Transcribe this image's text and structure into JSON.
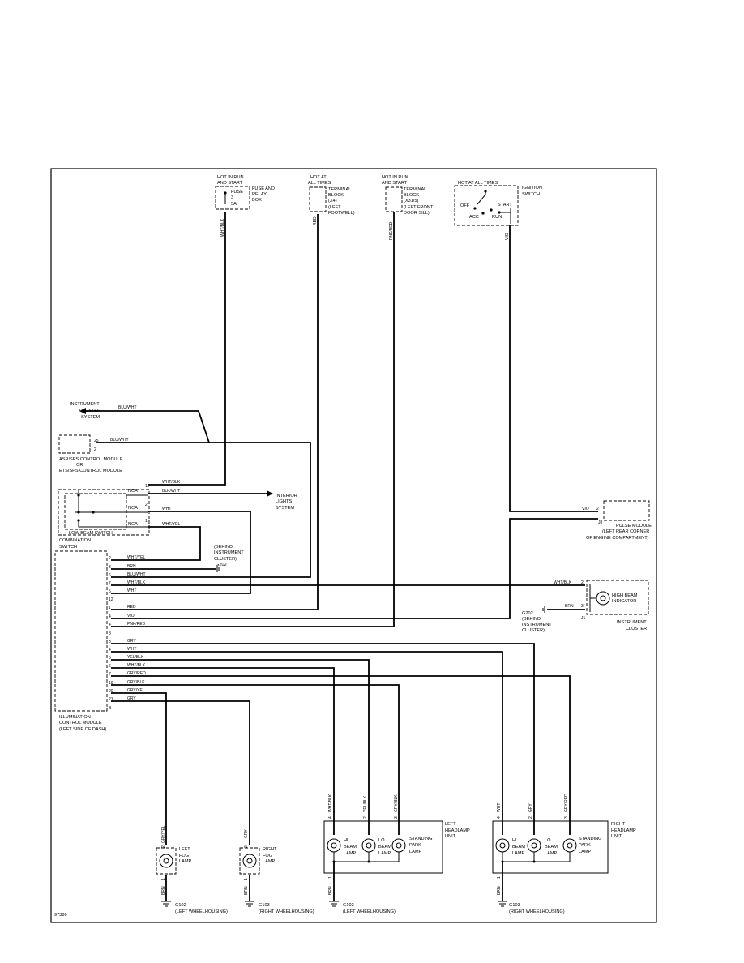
{
  "fuse_relay": {
    "hot": [
      "HOT IN RUN",
      "AND START"
    ],
    "fuse": [
      "FUSE",
      "3",
      "5A"
    ],
    "name": [
      "FUSE AND",
      "RELAY",
      "BOX"
    ],
    "wire": "WHT/BLK"
  },
  "term_x4": {
    "hot": [
      "HOT AT",
      "ALL TIMES"
    ],
    "name": [
      "TERMINAL",
      "BLOCK",
      "(X4)",
      "(LEFT",
      "FOOTWELL)"
    ],
    "wire": "RED"
  },
  "term_x315": {
    "hot": [
      "HOT IN RUN",
      "AND START"
    ],
    "name": [
      "TERMINAL",
      "BLOCK",
      "(X31/5)",
      "(LEFT FRONT",
      "DOOR SILL)"
    ],
    "wire": "PNK/RED"
  },
  "ignition": {
    "hot": "HOT AT ALL TIMES",
    "name": [
      "IGNITION",
      "SWITCH"
    ],
    "off": "OFF",
    "acc": "ACC",
    "run": "RUN",
    "start": "START",
    "wire": "VIO"
  },
  "instrument_cluster_system": {
    "label": [
      "INSTRUMENT",
      "CLUSTER",
      "SYSTEM"
    ],
    "wire": "BLU/WHT"
  },
  "asr": {
    "pin_top": "25",
    "pin_bot": "2",
    "wire": "BLU/WHT",
    "label": [
      "ASR/SPS CONTROL MODULE",
      "OR",
      "ETS/SPS CONTROL MODULE"
    ]
  },
  "combination_switch": {
    "rows": [
      {
        "pin": "11",
        "nc": "NCA"
      },
      {
        "pin": "2",
        "nc": "NCA"
      },
      {
        "pin": "1",
        "nc": "NCA"
      }
    ],
    "wires": [
      "WHT/BLK",
      "BLK/WHT",
      "WHT",
      "WHT/YEL"
    ],
    "low_beam": "LOW BEAM SWITCH",
    "label": [
      "COMBINATION",
      "SWITCH"
    ]
  },
  "interior_lights": [
    "INTERIOR",
    "LIGHTS",
    "SYSTEM"
  ],
  "g202_left": [
    "(BEHIND",
    "INSTRUMENT",
    "CLUSTER)",
    "G202"
  ],
  "pulse_module": {
    "wire": "VIO",
    "pin": "2",
    "conn": "J8",
    "label": [
      "PULSE MODULE",
      "(LEFT REAR CORNER",
      "OF ENGINE COMPARTMENT)"
    ]
  },
  "high_beam": {
    "wire1": "WHT/BLK",
    "pin1": "2",
    "wire2": "BRN",
    "pin2": "3",
    "conn": "J1",
    "label": [
      "HIGH BEAM",
      "INDICATOR"
    ],
    "cluster": [
      "INSTRUMENT",
      "CLUSTER"
    ],
    "g202": [
      "G202",
      "(BEHIND",
      "INSTRUMENT",
      "CLUSTER)"
    ]
  },
  "ilcm": {
    "pins": [
      {
        "pin": "2",
        "wire": "WHT/YEL"
      },
      {
        "pin": "3",
        "wire": "BRN"
      },
      {
        "pin": "6",
        "wire": "BLU/WHT"
      },
      {
        "pin": "7",
        "wire": "WHT/BLK"
      },
      {
        "pin": "5",
        "wire": "WHT"
      },
      {
        "pin": "12",
        "wire": ""
      },
      {
        "pin": "1",
        "wire": "RED"
      },
      {
        "pin": "4",
        "wire": "VIO"
      },
      {
        "pin": "4",
        "wire": "PNK/RED"
      },
      {
        "pin": "8",
        "wire": ""
      },
      {
        "pin": "3",
        "wire": "GRY"
      },
      {
        "pin": "4",
        "wire": "WHT"
      },
      {
        "pin": "5",
        "wire": "YEL/BLK"
      },
      {
        "pin": "6",
        "wire": "WHT/BLK"
      },
      {
        "pin": "7",
        "wire": "GRY/RED"
      },
      {
        "pin": "19",
        "wire": "GRY/BLK"
      },
      {
        "pin": "20",
        "wire": "GRY/YEL"
      },
      {
        "pin": "21",
        "wire": "GRY"
      },
      {
        "pin": "B",
        "wire": ""
      }
    ],
    "label": [
      "ILLUMINATION",
      "CONTROL MODULE",
      "(LEFT SIDE OF DASH)"
    ]
  },
  "left_fog": {
    "wire": "GRY/YEL",
    "pin": "2",
    "label": [
      "LEFT",
      "FOG",
      "LAMP"
    ],
    "gnd_wire": "BRN",
    "gnd_pin": "1",
    "ground": [
      "G102",
      "(LEFT WHEELHOUSING)"
    ]
  },
  "right_fog": {
    "wire": "GRY",
    "pin": "2",
    "label": [
      "RIGHT",
      "FOG",
      "LAMP"
    ],
    "gnd_wire": "BRN",
    "gnd_pin": "1",
    "ground": [
      "G103",
      "(RIGHT WHEELHOUSING)"
    ]
  },
  "left_headlamp": {
    "label": [
      "LEFT",
      "HEADLAMP",
      "UNIT"
    ],
    "lamps": [
      {
        "pin": "4",
        "wire": "WHT/BLK",
        "label": [
          "HI",
          "BEAM",
          "LAMP"
        ]
      },
      {
        "pin": "2",
        "wire": "YEL/BLK",
        "label": [
          "LO",
          "BEAM",
          "LAMP"
        ]
      },
      {
        "pin": "3",
        "wire": "GRY/BLK",
        "label": [
          "STANDING",
          "PARK",
          "LAMP"
        ]
      }
    ],
    "gnd_wire": "BRN",
    "gnd_pin": "1",
    "ground": [
      "G102",
      "(LEFT WHEELHOUSING)"
    ]
  },
  "right_headlamp": {
    "label": [
      "RIGHT",
      "HEADLAMP",
      "UNIT"
    ],
    "lamps": [
      {
        "pin": "4",
        "wire": "WHT",
        "label": [
          "HI",
          "BEAM",
          "LAMP"
        ]
      },
      {
        "pin": "2",
        "wire": "GRY",
        "label": [
          "LO",
          "BEAM",
          "LAMP"
        ]
      },
      {
        "pin": "3",
        "wire": "GRY/RED",
        "label": [
          "STANDING",
          "PARK",
          "LAMP"
        ]
      }
    ],
    "gnd_wire": "BRN",
    "gnd_pin": "1",
    "ground": [
      "G103",
      "(RIGHT WHEELHOUSING)"
    ]
  },
  "figure_id": "97386"
}
